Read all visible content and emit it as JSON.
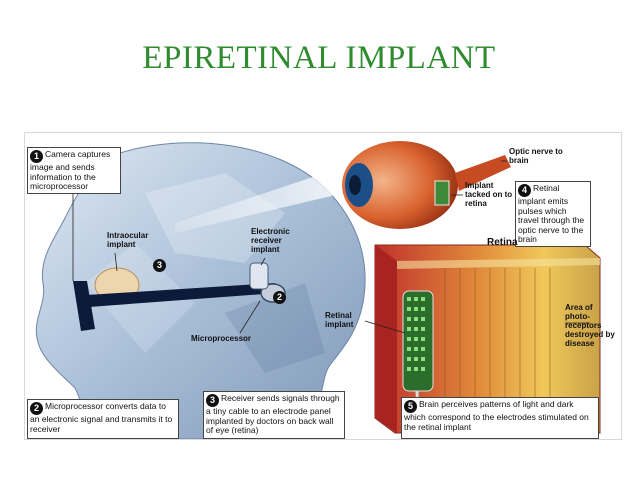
{
  "title": "EPIRETINAL IMPLANT",
  "steps": [
    {
      "n": "1",
      "text": "Camera captures image and sends information to the microprocessor"
    },
    {
      "n": "2",
      "text": "Microprocessor converts data to an electronic signal and transmits it to receiver"
    },
    {
      "n": "3",
      "text": "Receiver sends signals through a tiny cable to an electrode panel implanted by doctors on back wall of eye (retina)"
    },
    {
      "n": "4",
      "text": "Retinal implant emits pulses which travel through the optic nerve to the brain"
    },
    {
      "n": "5",
      "text": "Brain perceives patterns of light and dark which correspond to the electrodes stimulated on the retinal implant"
    }
  ],
  "labels": {
    "intraocular": "Intraocular implant",
    "receiver": "Electronic receiver implant",
    "microprocessor": "Microprocessor",
    "optic_nerve": "Optic nerve to brain",
    "implant_tacked": "Implant tacked on to retina",
    "retina": "Retina",
    "retinal_implant": "Retinal implant",
    "area": "Area of photo-receptors destroyed by disease",
    "marker_3": "3",
    "marker_2": "2"
  }
}
